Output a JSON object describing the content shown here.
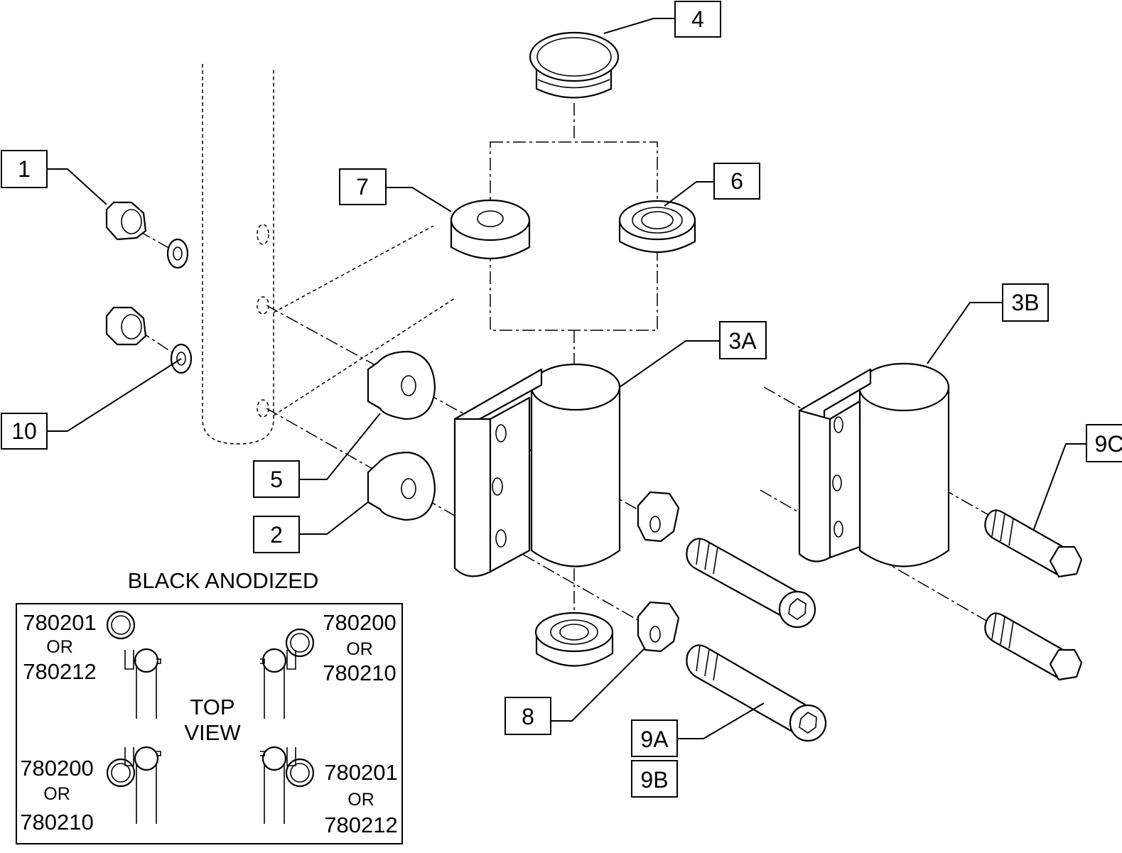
{
  "callouts": {
    "c1": "1",
    "c2": "2",
    "c3a": "3A",
    "c3b": "3B",
    "c4": "4",
    "c5": "5",
    "c6": "6",
    "c7": "7",
    "c8": "8",
    "c9a": "9A",
    "c9b": "9B",
    "c9c": "9C",
    "c10": "10"
  },
  "inset": {
    "title": "BLACK ANODIZED",
    "center_line1": "TOP",
    "center_line2": "VIEW",
    "or": "OR",
    "tl_a": "780201",
    "tl_b": "780212",
    "tr_a": "780200",
    "tr_b": "780210",
    "bl_a": "780200",
    "bl_b": "780210",
    "br_a": "780201",
    "br_b": "780212"
  }
}
